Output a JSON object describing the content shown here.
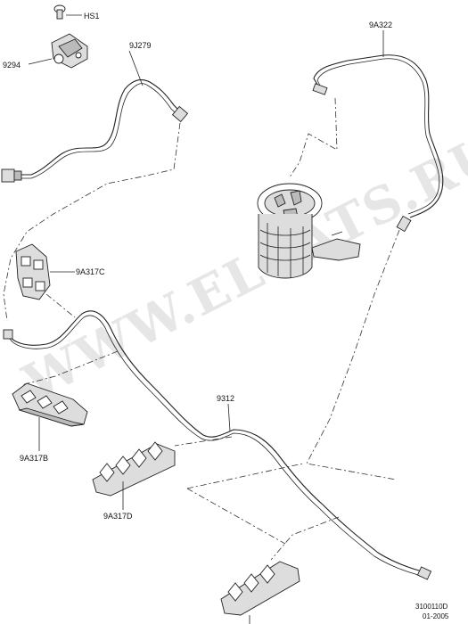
{
  "labels": {
    "hs1": "HS1",
    "n9294": "9294",
    "n9j279": "9J279",
    "n9a322": "9A322",
    "n9a317c": "9A317C",
    "n9312": "9312",
    "n9a317b": "9A317B",
    "n9a317d": "9A317D"
  },
  "footer": {
    "code": "3100110D",
    "date": "01-2005"
  },
  "watermark": "WWW.ELCATS.RU"
}
